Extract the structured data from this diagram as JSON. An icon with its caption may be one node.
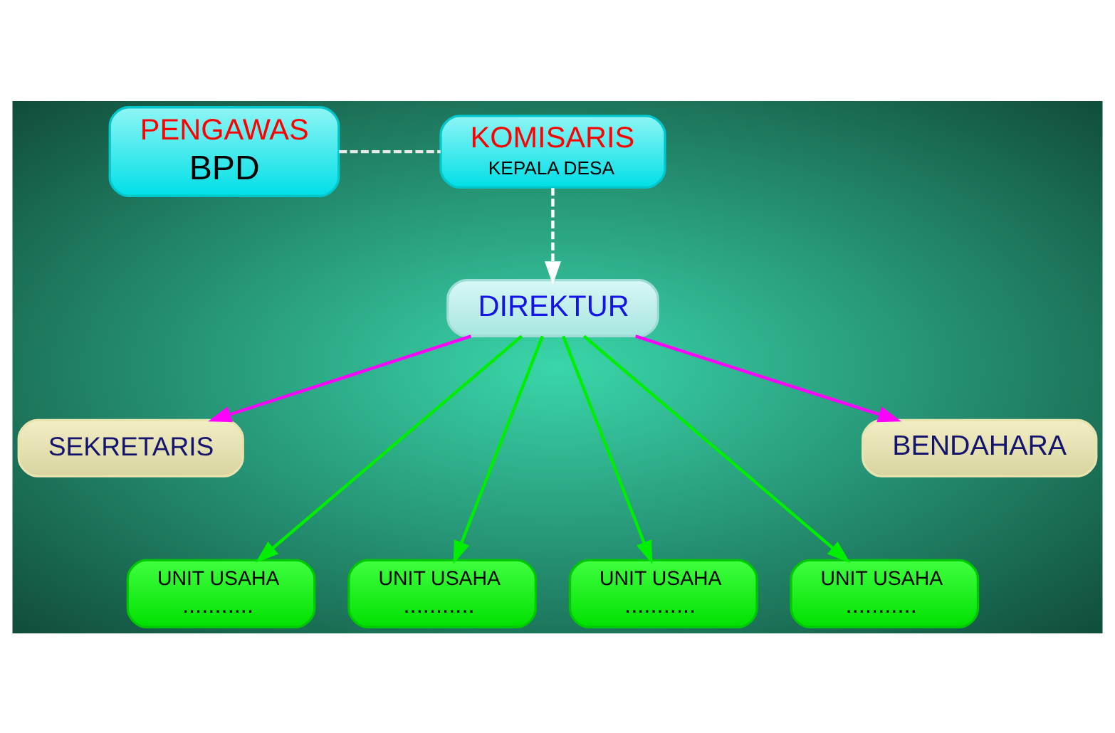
{
  "diagram": {
    "nodes": [
      {
        "text": [
          "PENGAWAS",
          "BPD"
        ]
      },
      {
        "text": [
          "KOMISARIS",
          "KEPALA DESA"
        ]
      },
      {
        "text": [
          "DIREKTUR"
        ]
      },
      {
        "text": [
          "SEKRETARIS"
        ]
      },
      {
        "text": [
          "BENDAHARA"
        ]
      },
      {
        "text": [
          "UNIT USAHA",
          "..........."
        ]
      },
      {
        "text": [
          "UNIT USAHA",
          "..........."
        ]
      },
      {
        "text": [
          "UNIT USAHA",
          "..........."
        ]
      },
      {
        "text": [
          "UNIT USAHA",
          "..........."
        ]
      }
    ],
    "edges": [
      {
        "from": 0,
        "to": 1,
        "arrow": "none",
        "style": "dashed",
        "color": "#e8e8e8"
      },
      {
        "from": 1,
        "to": 2,
        "arrow": "to",
        "style": "dashed",
        "color": "#ffffff"
      },
      {
        "from": 2,
        "to": 3,
        "arrow": "to",
        "color": "#ff00ff"
      },
      {
        "from": 2,
        "to": 5,
        "arrow": "to"
      },
      {
        "from": 2,
        "to": 6,
        "arrow": "to"
      },
      {
        "from": 2,
        "to": 7,
        "arrow": "to"
      },
      {
        "from": 2,
        "to": 8,
        "arrow": "to"
      },
      {
        "from": 2,
        "to": 4,
        "arrow": "to",
        "color": "#ff00ff"
      }
    ]
  }
}
